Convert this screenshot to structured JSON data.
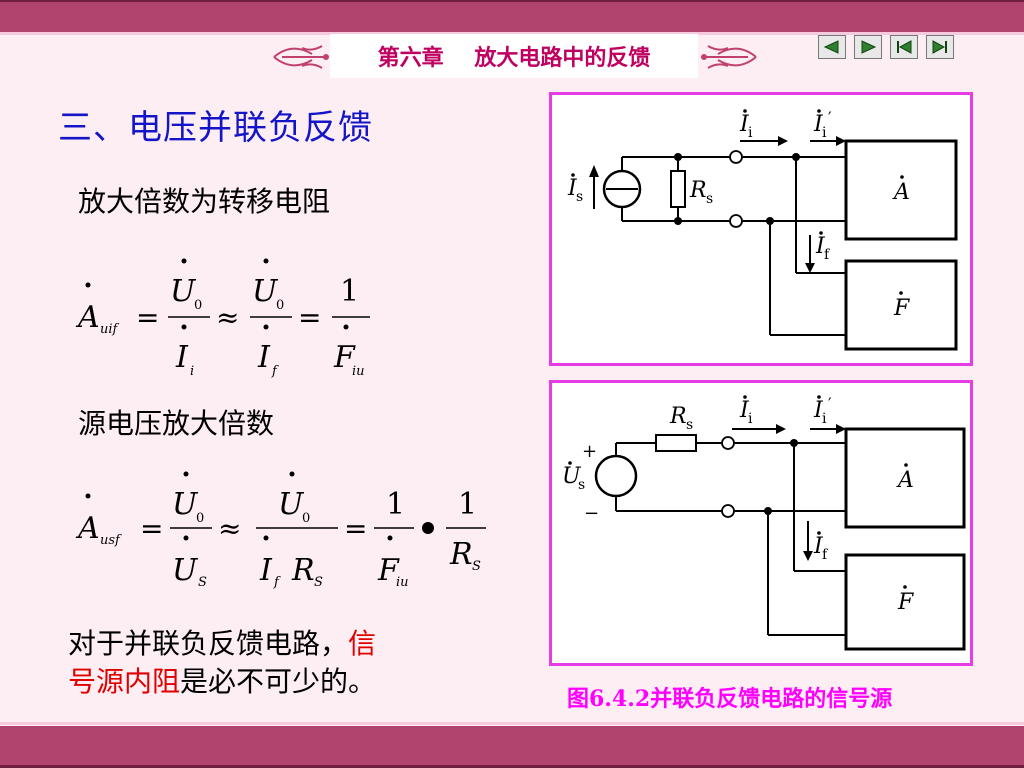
{
  "header": {
    "chapter": "第六章",
    "chapter_title": "放大电路中的反馈"
  },
  "nav": {
    "icons": [
      "arrow-left-icon",
      "arrow-right-icon",
      "first-page-icon",
      "last-page-icon"
    ]
  },
  "slide": {
    "heading": "三、电压并联负反馈",
    "line1": "放大倍数为转移电阻",
    "line2": "源电压放大倍数",
    "conclusion_part1": "对于并联负反馈电路，",
    "conclusion_red1": "信",
    "conclusion_red2": "号源内阻",
    "conclusion_part2": "是必不可少的。"
  },
  "caption": "图6.4.2并联负反馈电路的信号源",
  "colors": {
    "bar": "#b0446e",
    "heading": "#1414c8",
    "frame": "#e63ce6",
    "caption": "#ff00ff",
    "emphasis": "#e00000"
  }
}
